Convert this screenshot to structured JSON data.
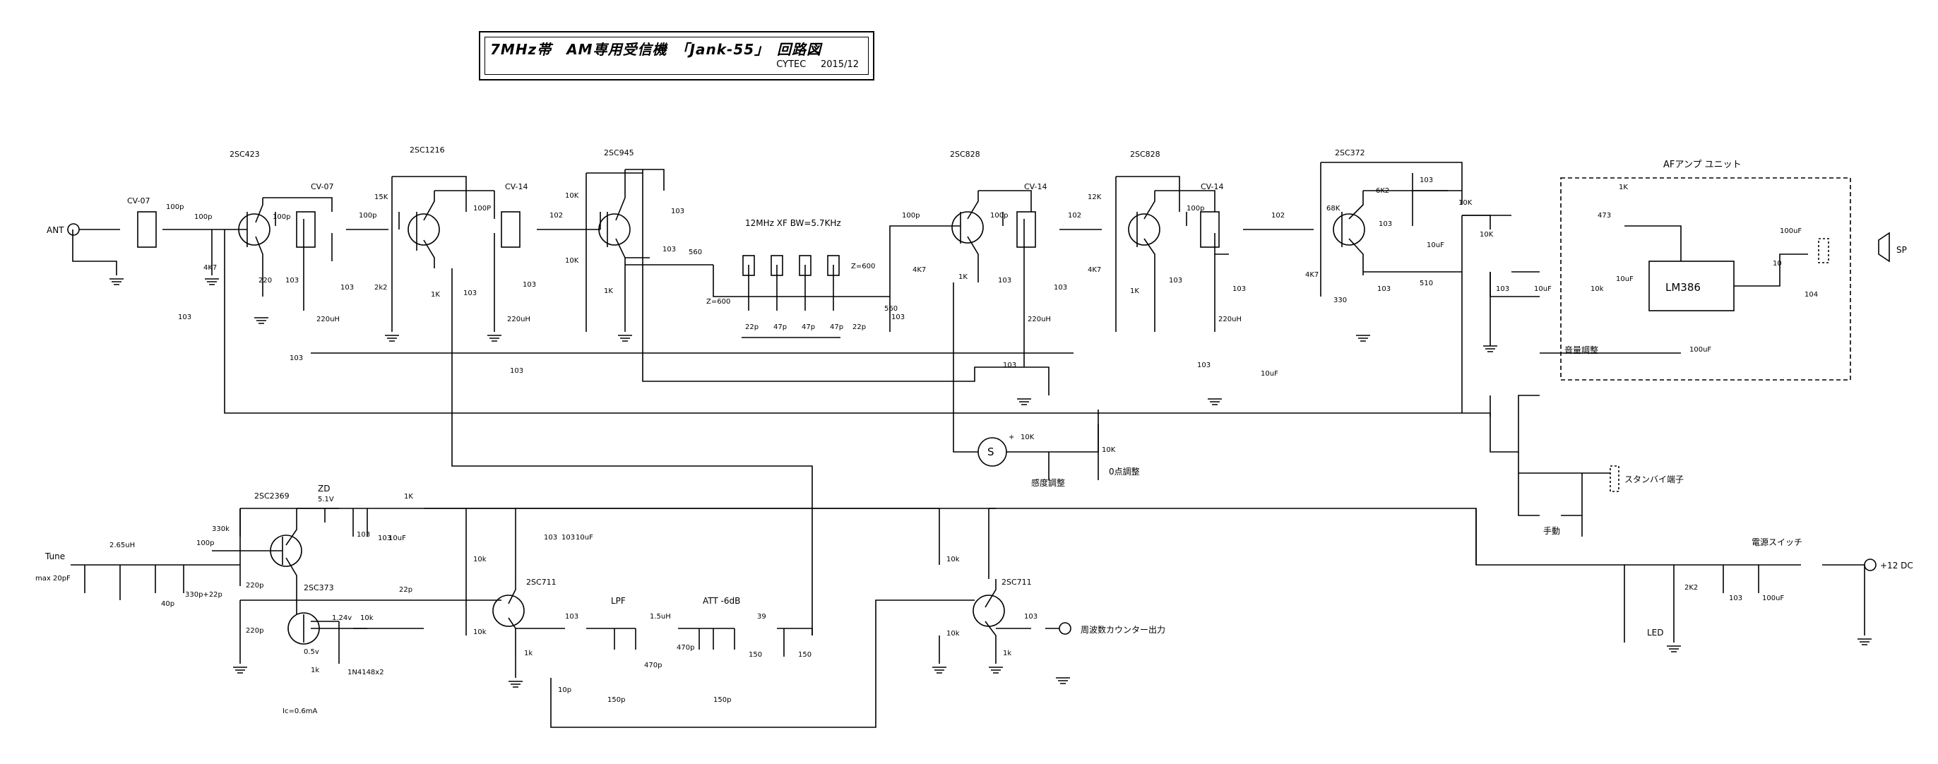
{
  "title": {
    "main": "7MHz帯　AM専用受信機　「Jank-55」　回路図",
    "company": "CYTEC",
    "date": "2015/12"
  },
  "transistors": [
    "2SC423",
    "2SC1216",
    "2SC945",
    "2SC828",
    "2SC828",
    "2SC372",
    "2SC2369",
    "2SC373",
    "2SC711",
    "2SC711"
  ],
  "coils": [
    "CV-07",
    "CV-07",
    "CV-14",
    "CV-14",
    "CV-14"
  ],
  "labels": {
    "ant": "ANT",
    "sp": "SP",
    "dc": "+12 DC",
    "af_unit": "AFアンプ ユニット",
    "lm386": "LM386",
    "volume": "音量調整",
    "sensitivity": "感度調整",
    "zero_adjust": "0点調整",
    "standby": "スタンバイ端子",
    "manual": "手動",
    "power_switch": "電源スイッチ",
    "led": "LED",
    "counter_out": "周波数カウンター出力",
    "tune": "Tune",
    "tune_cap": "max 20pF",
    "xf": "12MHz XF BW=5.7KHz",
    "lpf": "LPF",
    "att": "ATT -6dB",
    "zd": "ZD",
    "zd_v": "5.1V",
    "diodes": "1N4148x2",
    "ic": "Ic=0.6mA",
    "meter": "S",
    "plus": "+",
    "z600_in": "Z=600",
    "z600_out": "Z=600",
    "v124": "1.24v",
    "v05": "0.5v"
  },
  "components": {
    "c100p": "100p",
    "c103": "103",
    "c102": "102",
    "c104": "104",
    "c22p": "22p",
    "c47p": "47p",
    "c150p": "150p",
    "c470p": "470p",
    "c10p": "10p",
    "c220p": "220p",
    "c40p": "40p",
    "c330p22": "330p+22p",
    "c10uF": "10uF",
    "c100uF": "100uF",
    "c100P": "100P",
    "r4k7": "4K7",
    "r220": "220",
    "r15k": "15K",
    "r2k2": "2k2",
    "r1K": "1K",
    "r1k": "1k",
    "r10K": "10K",
    "r10k": "10k",
    "r560": "560",
    "r12K": "12K",
    "r68K": "68K",
    "r6K2": "6K2",
    "r330": "330",
    "r510": "510",
    "r473": "473",
    "r10": "10",
    "r330k": "330k",
    "r39": "39",
    "r150": "150",
    "r2K2": "2K2",
    "l220uH": "220uH",
    "l2_65uH": "2.65uH",
    "l1_5uH": "1.5uH"
  }
}
